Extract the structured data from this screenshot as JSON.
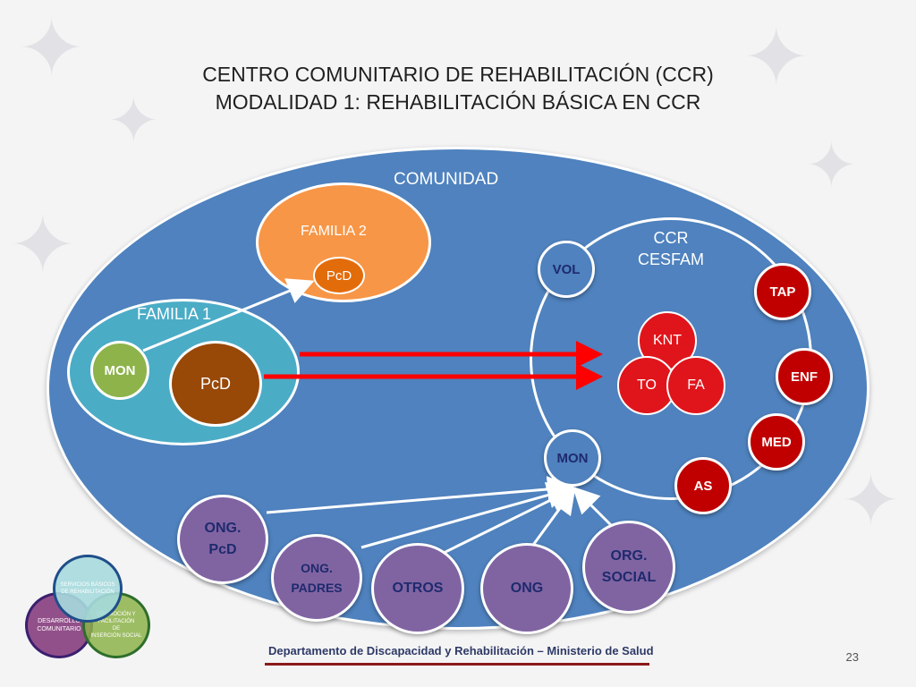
{
  "title": {
    "line1": "CENTRO COMUNITARIO DE REHABILITACIÓN (CCR)",
    "line2": "MODALIDAD 1: REHABILITACIÓN BÁSICA EN CCR"
  },
  "comunidad": {
    "label": "COMUNIDAD"
  },
  "familia1": {
    "label": "FAMILIA 1",
    "mon": "MON",
    "pcd": "PcD"
  },
  "familia2": {
    "label": "FAMILIA 2",
    "pcd": "PcD"
  },
  "ccr": {
    "label_line1": "CCR",
    "label_line2": "CESFAM",
    "vol": "VOL",
    "mon": "MON",
    "core": {
      "knt": "KNT",
      "to": "TO",
      "fa": "FA"
    },
    "staff": {
      "tap": "TAP",
      "enf": "ENF",
      "med": "MED",
      "as": "AS"
    }
  },
  "organizations": {
    "ong_pcd": {
      "line1": "ONG.",
      "line2": "PcD"
    },
    "ong_padres": {
      "line1": "ONG.",
      "line2": "PADRES"
    },
    "otros": "OTROS",
    "ong": "ONG",
    "org_social": {
      "line1": "ORG.",
      "line2": "SOCIAL"
    }
  },
  "venn": {
    "top": {
      "line1": "SERVICIOS BÁSICOS",
      "line2": "DE REHABILITACIÓN"
    },
    "left": {
      "line1": "DESARROLLO",
      "line2": "COMUNITARIO"
    },
    "right": {
      "line1": "PROMOCIÓN Y",
      "line2": "FACILITACIÓN",
      "line3": "DE",
      "line4": "INSERCIÓN SOCIAL"
    }
  },
  "footer": {
    "department": "Departamento de Discapacidad y Rehabilitación – Ministerio de Salud",
    "page_number": "23"
  },
  "colors": {
    "comunidad": "#4f82be",
    "familia1": "#4bacc6",
    "familia2": "#f79646",
    "pcd_brown": "#984807",
    "mon_green": "#8db34a",
    "red_core": "#e0151b",
    "staff_dark_red": "#c00000",
    "org_purple": "#8064a2",
    "navy_text": "#1f2a6e",
    "arrow_red": "#ff0000"
  }
}
